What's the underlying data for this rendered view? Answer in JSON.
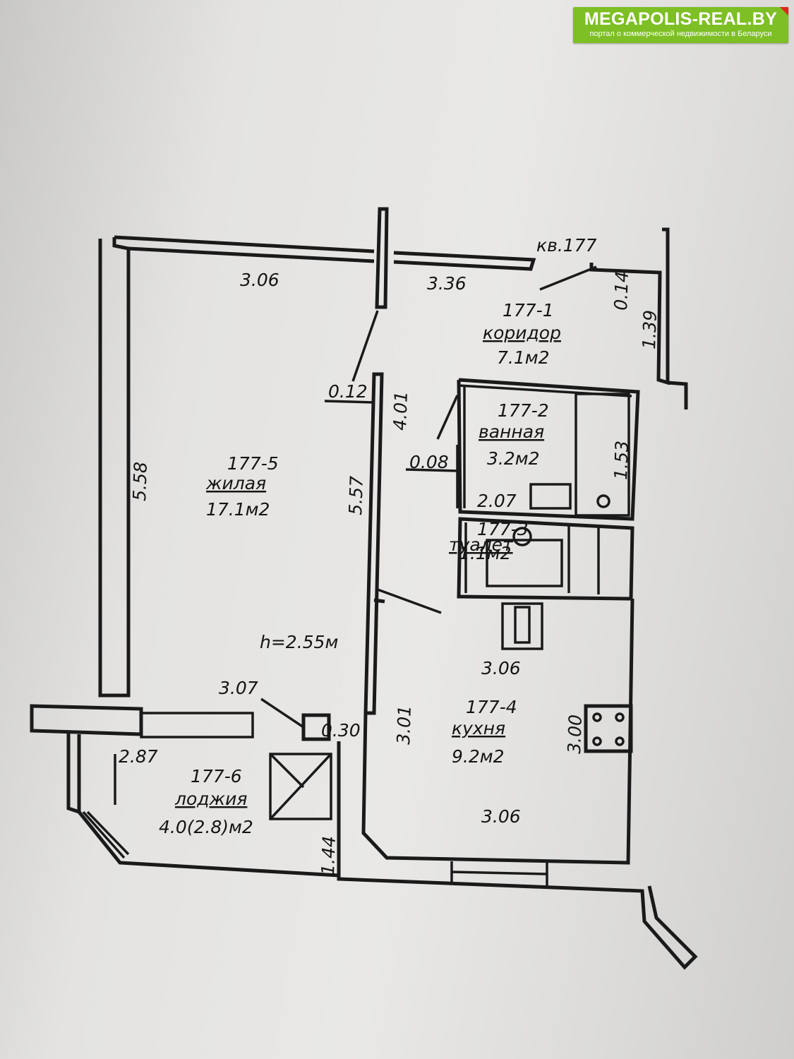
{
  "watermark": {
    "site": "MEGAPOLIS-REAL.BY",
    "tagline": "портал о коммерческой недвижимости в Беларуси",
    "colors": {
      "background": "#7dbf24",
      "corner": "#e0251b",
      "text": "#ffffff"
    }
  },
  "plan": {
    "apartment": "кв.177",
    "ceiling": "h=2.55м",
    "rooms": [
      {
        "id": "177-1",
        "name": "коридор",
        "area": "7.1м2"
      },
      {
        "id": "177-2",
        "name": "ванная",
        "area": "3.2м2"
      },
      {
        "id": "177-3",
        "name": "туалет",
        "area": "1.1м2"
      },
      {
        "id": "177-4",
        "name": "кухня",
        "area": "9.2м2"
      },
      {
        "id": "177-5",
        "name": "жилая",
        "area": "17.1м2"
      },
      {
        "id": "177-6",
        "name": "лоджия",
        "area": "4.0(2.8)м2"
      }
    ],
    "dimensions": {
      "living_top": "3.06",
      "corridor_top": "3.36",
      "corridor_ledge": "0.14",
      "corridor_right": "1.39",
      "wall_thickness_a": "0.12",
      "corridor_left": "4.01",
      "partition": "0.08",
      "bath_right": "1.53",
      "bath_bottom": "2.07",
      "living_left": "5.58",
      "living_right": "5.57",
      "living_bottom": "3.07",
      "wall_thickness_b": "0.30",
      "kitchen_top": "3.06",
      "kitchen_left": "3.01",
      "kitchen_right": "3.00",
      "kitchen_bottom": "3.06",
      "loggia_left": "2.87",
      "loggia_right": "1.44"
    }
  }
}
